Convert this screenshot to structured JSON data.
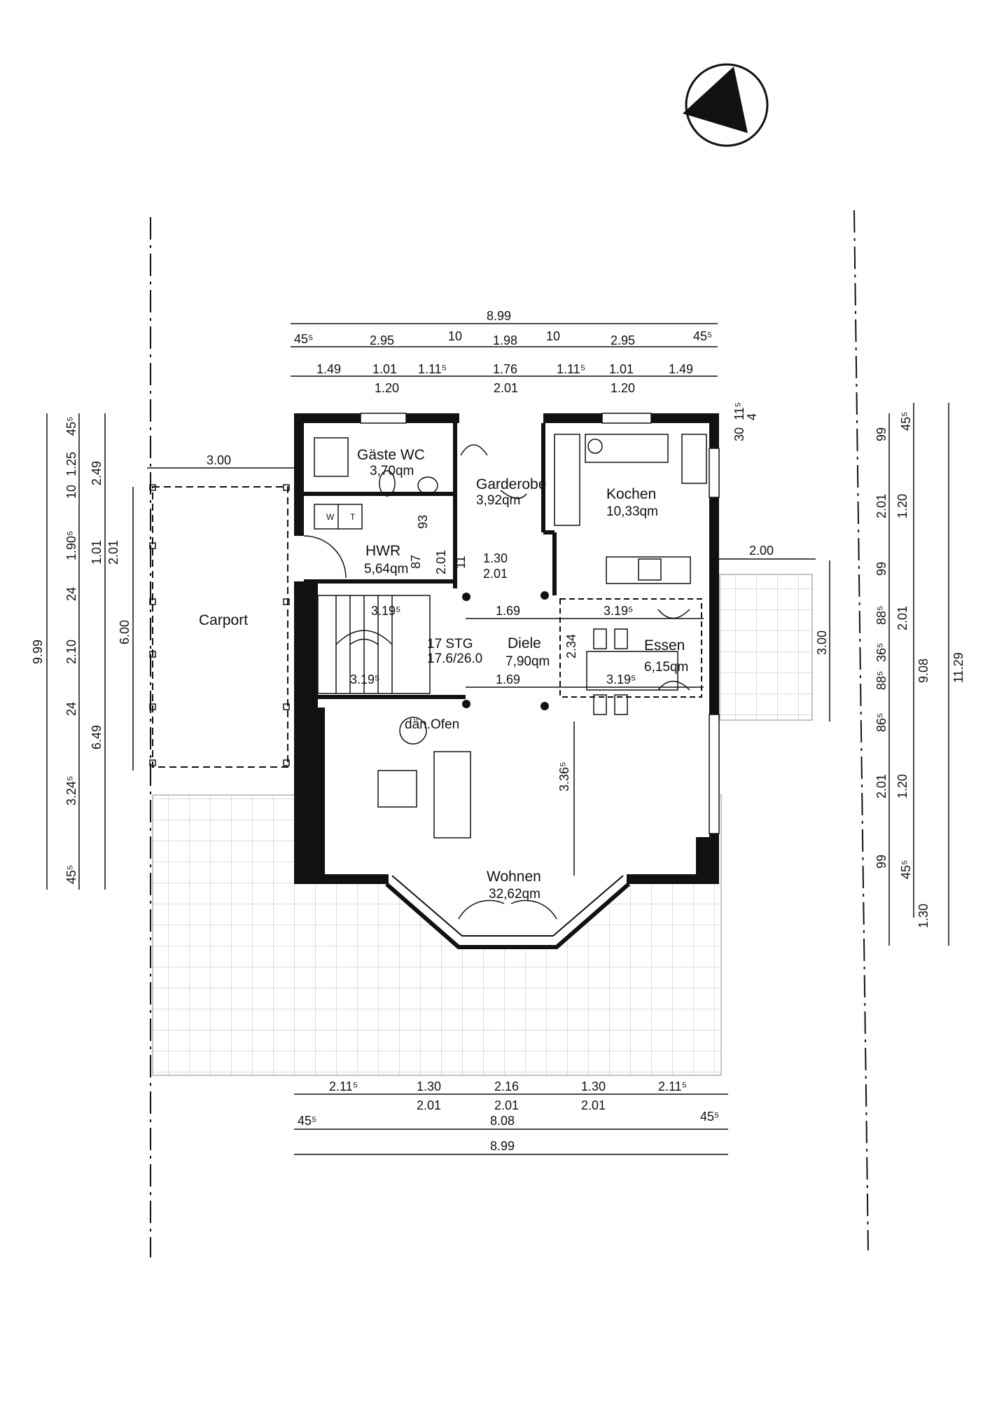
{
  "rooms": {
    "gaeste_wc": {
      "name": "Gäste WC",
      "area": "3,70qm"
    },
    "garderobe": {
      "name": "Garderobe",
      "area": "3,92qm"
    },
    "kochen": {
      "name": "Kochen",
      "area": "10,33qm"
    },
    "hwr": {
      "name": "HWR",
      "area": "5,64qm"
    },
    "carport": {
      "name": "Carport"
    },
    "diele": {
      "name": "Diele",
      "area": "7,90qm"
    },
    "essen": {
      "name": "Essen",
      "area": "6,15qm"
    },
    "wohnen": {
      "name": "Wohnen",
      "area": "32,62qm"
    }
  },
  "stairs": {
    "label": "17 STG",
    "ratio": "17.6/26.0"
  },
  "oven": {
    "label": "dän.Ofen"
  },
  "wm_labels": [
    "W",
    "T"
  ],
  "dims": {
    "top_total": "8.99",
    "top_row1": [
      "45⁵",
      "2.95",
      "10",
      "1.98",
      "10",
      "2.95",
      "45⁵"
    ],
    "top_row2": [
      "1.49",
      "1.01",
      "1.11⁵",
      "1.76",
      "1.11⁵",
      "1.01",
      "1.49"
    ],
    "top_row2_sub": [
      "1.20",
      "2.01",
      "1.20"
    ],
    "bottom_row1": [
      "2.11⁵",
      "1.30",
      "2.16",
      "1.30",
      "2.11⁵"
    ],
    "bottom_row1_sub": [
      "2.01",
      "2.01",
      "2.01"
    ],
    "bottom_inner": "8.08",
    "bottom_end": "45⁵",
    "bottom_total": "8.99",
    "left_col1": [
      "45⁵",
      "1.25",
      "10",
      "1.90⁵",
      "24",
      "2.10",
      "24",
      "3.24⁵",
      "45⁵"
    ],
    "left_col2": [
      "2.49",
      "1.01",
      "2.01",
      "6.49"
    ],
    "left_total": "9.99",
    "carport_depth": "6.00",
    "carport_width": "3.00",
    "right_col1": [
      "99",
      "2.01",
      "1.20",
      "99",
      "88⁵",
      "36⁵",
      "88⁵",
      "2.01",
      "86⁵",
      "2.01",
      "1.20",
      "99",
      "45⁵",
      "1.30"
    ],
    "right_col2": [
      "45⁵",
      "9.08",
      "11.29"
    ],
    "right_corner": [
      "30",
      "11⁵",
      "4"
    ],
    "terrace_width": "2.00",
    "terrace_depth": "3.00",
    "interior": [
      "1.30",
      "2.01",
      "93",
      "87",
      "2.01",
      "11",
      "3.19⁵",
      "1.69",
      "3.19⁵",
      "3.19⁵",
      "1.69",
      "3.19⁵",
      "2.34",
      "3.36⁵"
    ]
  }
}
